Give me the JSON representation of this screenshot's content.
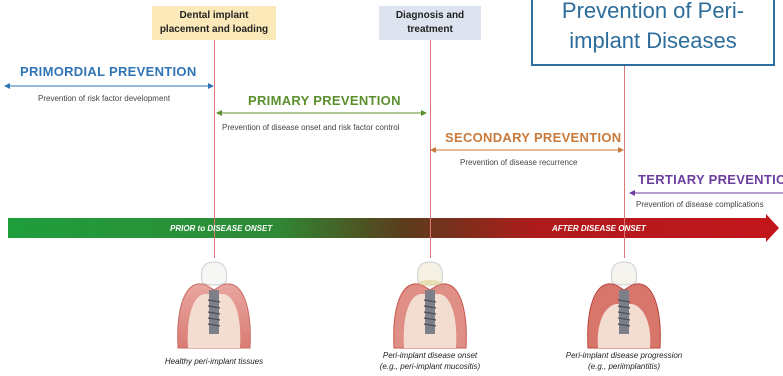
{
  "title": "Prevention of Peri-implant Diseases",
  "events": [
    {
      "label": "Dental implant placement and loading",
      "color": "#fbe9b9"
    },
    {
      "label": "Diagnosis and treatment",
      "color": "#dde3ef"
    }
  ],
  "stages": [
    {
      "name": "PRIMORDIAL PREVENTION",
      "desc": "Prevention of risk factor development",
      "color": "#2f74b5"
    },
    {
      "name": "PRIMARY PREVENTION",
      "desc": "Prevention of disease onset and risk factor control",
      "color": "#5b8f2e"
    },
    {
      "name": "SECONDARY PREVENTION",
      "desc": "Prevention of disease recurrence",
      "color": "#c97a3a"
    },
    {
      "name": "TERTIARY PREVENTION",
      "desc": "Prevention of disease complications",
      "color": "#6b3fa0"
    }
  ],
  "timeline": {
    "left_label": "PRIOR to DISEASE ONSET",
    "right_label": "AFTER DISEASE ONSET",
    "start_color": "#1f9e3c",
    "end_color": "#c0161c"
  },
  "conditions": [
    {
      "line1": "Healthy peri-implant tissues",
      "line2": ""
    },
    {
      "line1": "Peri-implant disease onset",
      "line2": "(e.g., peri-implant mucositis)"
    },
    {
      "line1": "Peri-implant disease progression",
      "line2": "(e.g., periimplantitis)"
    }
  ]
}
